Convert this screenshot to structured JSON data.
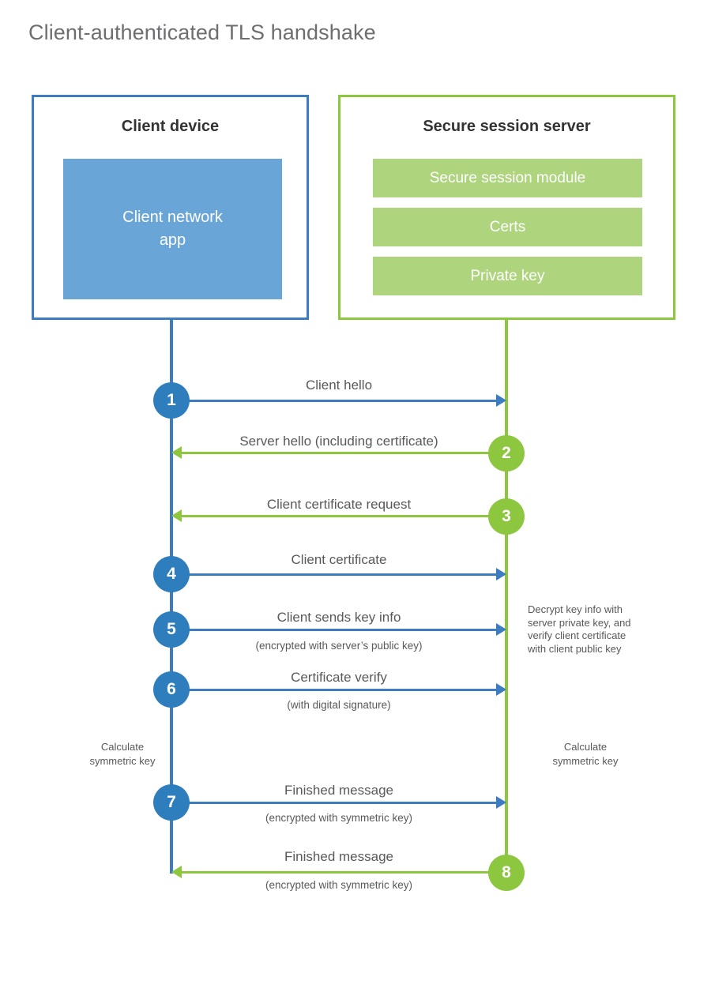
{
  "title": "Client-authenticated TLS handshake",
  "colors": {
    "client_blue": "#3d7cc0",
    "client_circle_blue": "#2e7dbd",
    "client_app_fill": "#6aa5d8",
    "server_green": "#8dc63f",
    "server_bar_fill": "#aed57e",
    "text_gray": "#58595b",
    "title_gray": "#6d6e70",
    "heading_dark": "#333333"
  },
  "actors": {
    "client": {
      "title": "Client device",
      "app_label": "Client network\napp"
    },
    "server": {
      "title": "Secure session server",
      "components": [
        "Secure session module",
        "Certs",
        "Private key"
      ]
    }
  },
  "steps": [
    {
      "number": "1",
      "label": "Client hello",
      "sublabel": "",
      "direction": "client-to-server"
    },
    {
      "number": "2",
      "label": "Server hello (including certificate)",
      "sublabel": "",
      "direction": "server-to-client"
    },
    {
      "number": "3",
      "label": "Client certificate request",
      "sublabel": "",
      "direction": "server-to-client"
    },
    {
      "number": "4",
      "label": "Client certificate",
      "sublabel": "",
      "direction": "client-to-server"
    },
    {
      "number": "5",
      "label": "Client sends key info",
      "sublabel": "(encrypted with server’s public key)",
      "direction": "client-to-server"
    },
    {
      "number": "6",
      "label": "Certificate verify",
      "sublabel": "(with digital signature)",
      "direction": "client-to-server"
    },
    {
      "number": "7",
      "label": "Finished message",
      "sublabel": "(encrypted with symmetric key)",
      "direction": "client-to-server"
    },
    {
      "number": "8",
      "label": "Finished message",
      "sublabel": "(encrypted with symmetric key)",
      "direction": "server-to-client"
    }
  ],
  "notes": {
    "server_decrypt": "Decrypt key info with\nserver private key, and\nverify client certificate\nwith client public key",
    "client_calculate": "Calculate\nsymmetric key",
    "server_calculate": "Calculate\nsymmetric key"
  }
}
